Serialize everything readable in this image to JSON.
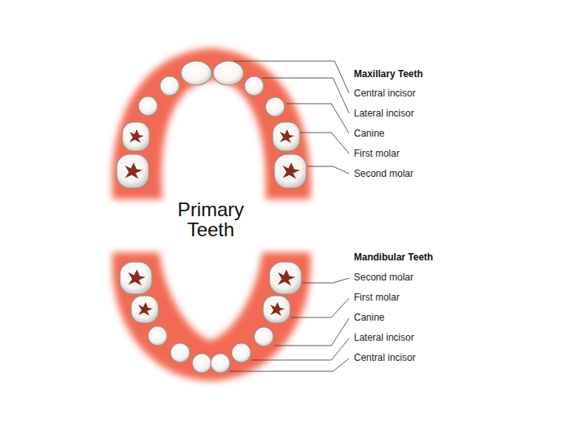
{
  "diagram": {
    "title": "Primary Teeth",
    "labels": [
      "Maxillary Teeth",
      "Central incisor",
      "Lateral incisor",
      "Canine",
      "First molar",
      "Second molar",
      "Mandibular Teeth",
      "Second molar",
      "First molar",
      "Canine",
      "Lateral incisor",
      "Central incisor"
    ]
  }
}
